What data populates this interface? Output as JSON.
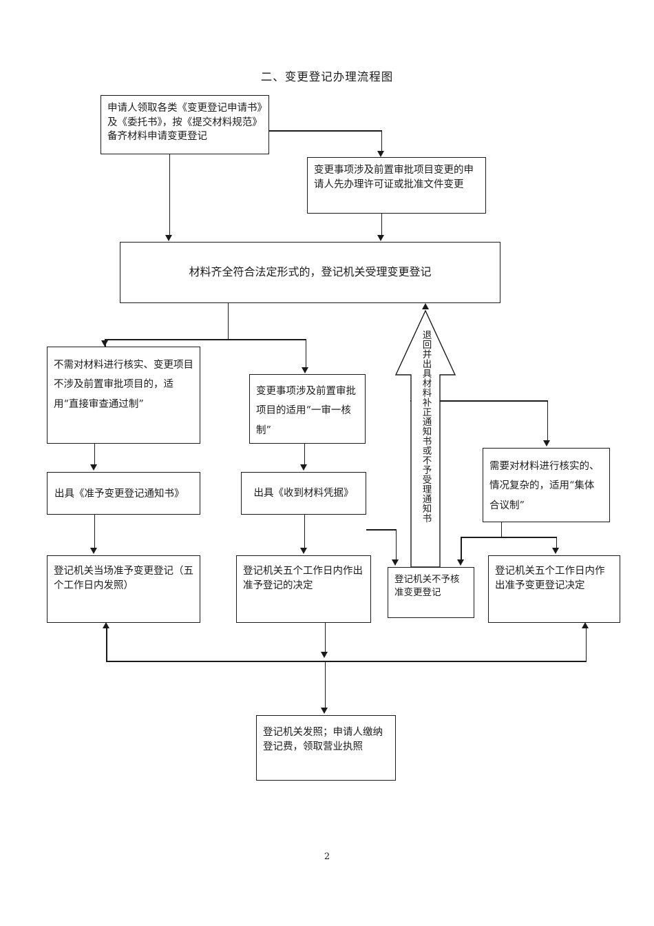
{
  "document": {
    "title": "二、变更登记办理流程图",
    "page_number": "2"
  },
  "flowchart": {
    "nodes": {
      "apply": "申请人领取各类《变更登记申请书》及《委托书》，按《提交材料规范》备齐材料申请变更登记",
      "pre_approval": "变更事项涉及前置审批项目变更的申请人先办理许可证或批准文件变更",
      "accept": "材料齐全符合法定形式的，登记机关受理变更登记",
      "direct_review": "不需对材料进行核实、变更项目不涉及前置审批项目的，适用“直接审查通过制”",
      "one_review_one_check": "变更事项涉及前置审批项目的适用“一审一核制”",
      "collective_discussion": "需要对材料进行核实的、情况复杂的，适用“集体合议制”",
      "return_notice": "退回并出具材料补正通知书或不予受理通知书",
      "approve_notice": "出具《准予变更登记通知书》",
      "receipt": "出具《收到材料凭据》",
      "onsite_approve": "登记机关当场准予变更登记（五个工作日内发照）",
      "five_day_decision": "登记机关五个工作日内作出准予登记的决定",
      "reject": "登记机关不予核准变更登记",
      "five_day_change_decision": "登记机关五个工作日内作出准予变更登记决定",
      "issue_license": "登记机关发照；申请人缴纳登记费，领取营业执照"
    },
    "colors": {
      "line": "#1a1a1a",
      "box_border": "#1a1a1a",
      "background": "#ffffff",
      "text": "#1b1b1b"
    }
  }
}
